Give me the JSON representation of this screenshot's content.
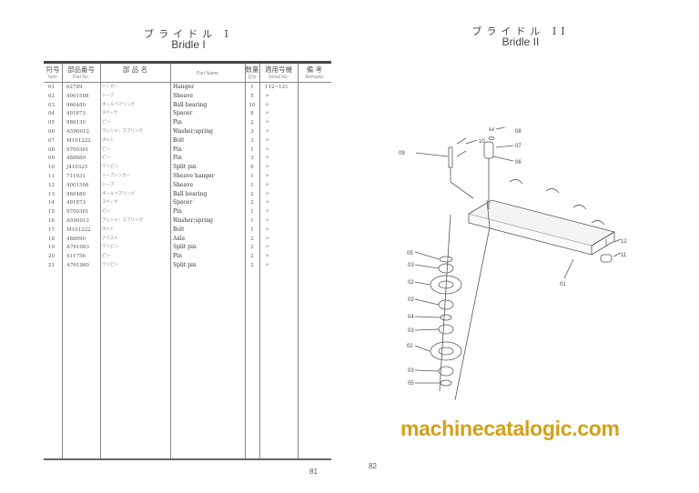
{
  "left_page": {
    "title_jp": "ブライドル I",
    "title_en": "Bridle I",
    "page_number": "81",
    "headers": [
      {
        "jp": "符号",
        "en": "Item"
      },
      {
        "jp": "部品番号",
        "en": "Part No."
      },
      {
        "jp": "部 品 名",
        "en": ""
      },
      {
        "jp": "",
        "en": "Part Name"
      },
      {
        "jp": "数量",
        "en": "Q'ty"
      },
      {
        "jp": "適用号機",
        "en": "Serial No."
      },
      {
        "jp": "備 考",
        "en": "Remarks"
      }
    ],
    "rows": [
      {
        "item": "01",
        "part_no": "62789",
        "name_jp": "ハンガー",
        "name": "Hanger",
        "qty": "1",
        "serial": "112~121"
      },
      {
        "item": "02",
        "part_no": "4001598",
        "name_jp": "シーブ",
        "name": "Sheave",
        "qty": "5",
        "serial": "〃"
      },
      {
        "item": "03",
        "part_no": "960480",
        "name_jp": "ボールベアリング",
        "name": "Ball bearing",
        "qty": "10",
        "serial": "〃"
      },
      {
        "item": "04",
        "part_no": "491873",
        "name_jp": "スペーサ",
        "name": "Spacer",
        "qty": "8",
        "serial": "〃"
      },
      {
        "item": "05",
        "part_no": "989130",
        "name_jp": "ピン",
        "name": "Pin",
        "qty": "2",
        "serial": "〃"
      },
      {
        "item": "06",
        "part_no": "A590012",
        "name_jp": "ワッシャ；スプリング",
        "name": "Washer;spring",
        "qty": "3",
        "serial": "〃"
      },
      {
        "item": "07",
        "part_no": "M101222",
        "name_jp": "ボルト",
        "name": "Bolt",
        "qty": "3",
        "serial": "〃"
      },
      {
        "item": "08",
        "part_no": "9700361",
        "name_jp": "ピン",
        "name": "Pin",
        "qty": "1",
        "serial": "〃"
      },
      {
        "item": "09",
        "part_no": "488689",
        "name_jp": "ピン",
        "name": "Pin",
        "qty": "3",
        "serial": "〃"
      },
      {
        "item": "10",
        "part_no": "J410325",
        "name_jp": "ワリピン",
        "name": "Split pin",
        "qty": "6",
        "serial": "〃"
      },
      {
        "item": "11",
        "part_no": "711031",
        "name_jp": "シーブハンガー",
        "name": "Sheave hanger",
        "qty": "1",
        "serial": "〃"
      },
      {
        "item": "12",
        "part_no": "4001598",
        "name_jp": "シーブ",
        "name": "Sheave",
        "qty": "1",
        "serial": "〃"
      },
      {
        "item": "13",
        "part_no": "960480",
        "name_jp": "ボールベアリング",
        "name": "Ball bearing",
        "qty": "2",
        "serial": "〃"
      },
      {
        "item": "14",
        "part_no": "491873",
        "name_jp": "スペーサ",
        "name": "Spacer",
        "qty": "2",
        "serial": "〃"
      },
      {
        "item": "15",
        "part_no": "9700361",
        "name_jp": "ピン",
        "name": "Pin",
        "qty": "1",
        "serial": "〃"
      },
      {
        "item": "16",
        "part_no": "A590012",
        "name_jp": "ワッシャ；スプリング",
        "name": "Washer;spring",
        "qty": "1",
        "serial": "〃"
      },
      {
        "item": "17",
        "part_no": "M101222",
        "name_jp": "ボルト",
        "name": "Bolt",
        "qty": "1",
        "serial": "〃"
      },
      {
        "item": "18",
        "part_no": "488690",
        "name_jp": "アクスル",
        "name": "Axle",
        "qty": "2",
        "serial": "〃"
      },
      {
        "item": "19",
        "part_no": "A761063",
        "name_jp": "ワリピン",
        "name": "Split pin",
        "qty": "2",
        "serial": "〃"
      },
      {
        "item": "20",
        "part_no": "411756",
        "name_jp": "ピン",
        "name": "Pin",
        "qty": "2",
        "serial": "〃"
      },
      {
        "item": "21",
        "part_no": "A761080",
        "name_jp": "ワリピン",
        "name": "Split pin",
        "qty": "2",
        "serial": "〃"
      }
    ]
  },
  "right_page": {
    "title_jp": "ブライドル II",
    "title_en": "Bridle II",
    "page_number": "82",
    "callouts": [
      "01",
      "02",
      "03",
      "04",
      "05",
      "06",
      "07",
      "08",
      "09",
      "10",
      "11",
      "12"
    ]
  },
  "watermark": "machinecatalogic.com",
  "colors": {
    "watermark": "#d4a017",
    "ink": "#444444"
  }
}
